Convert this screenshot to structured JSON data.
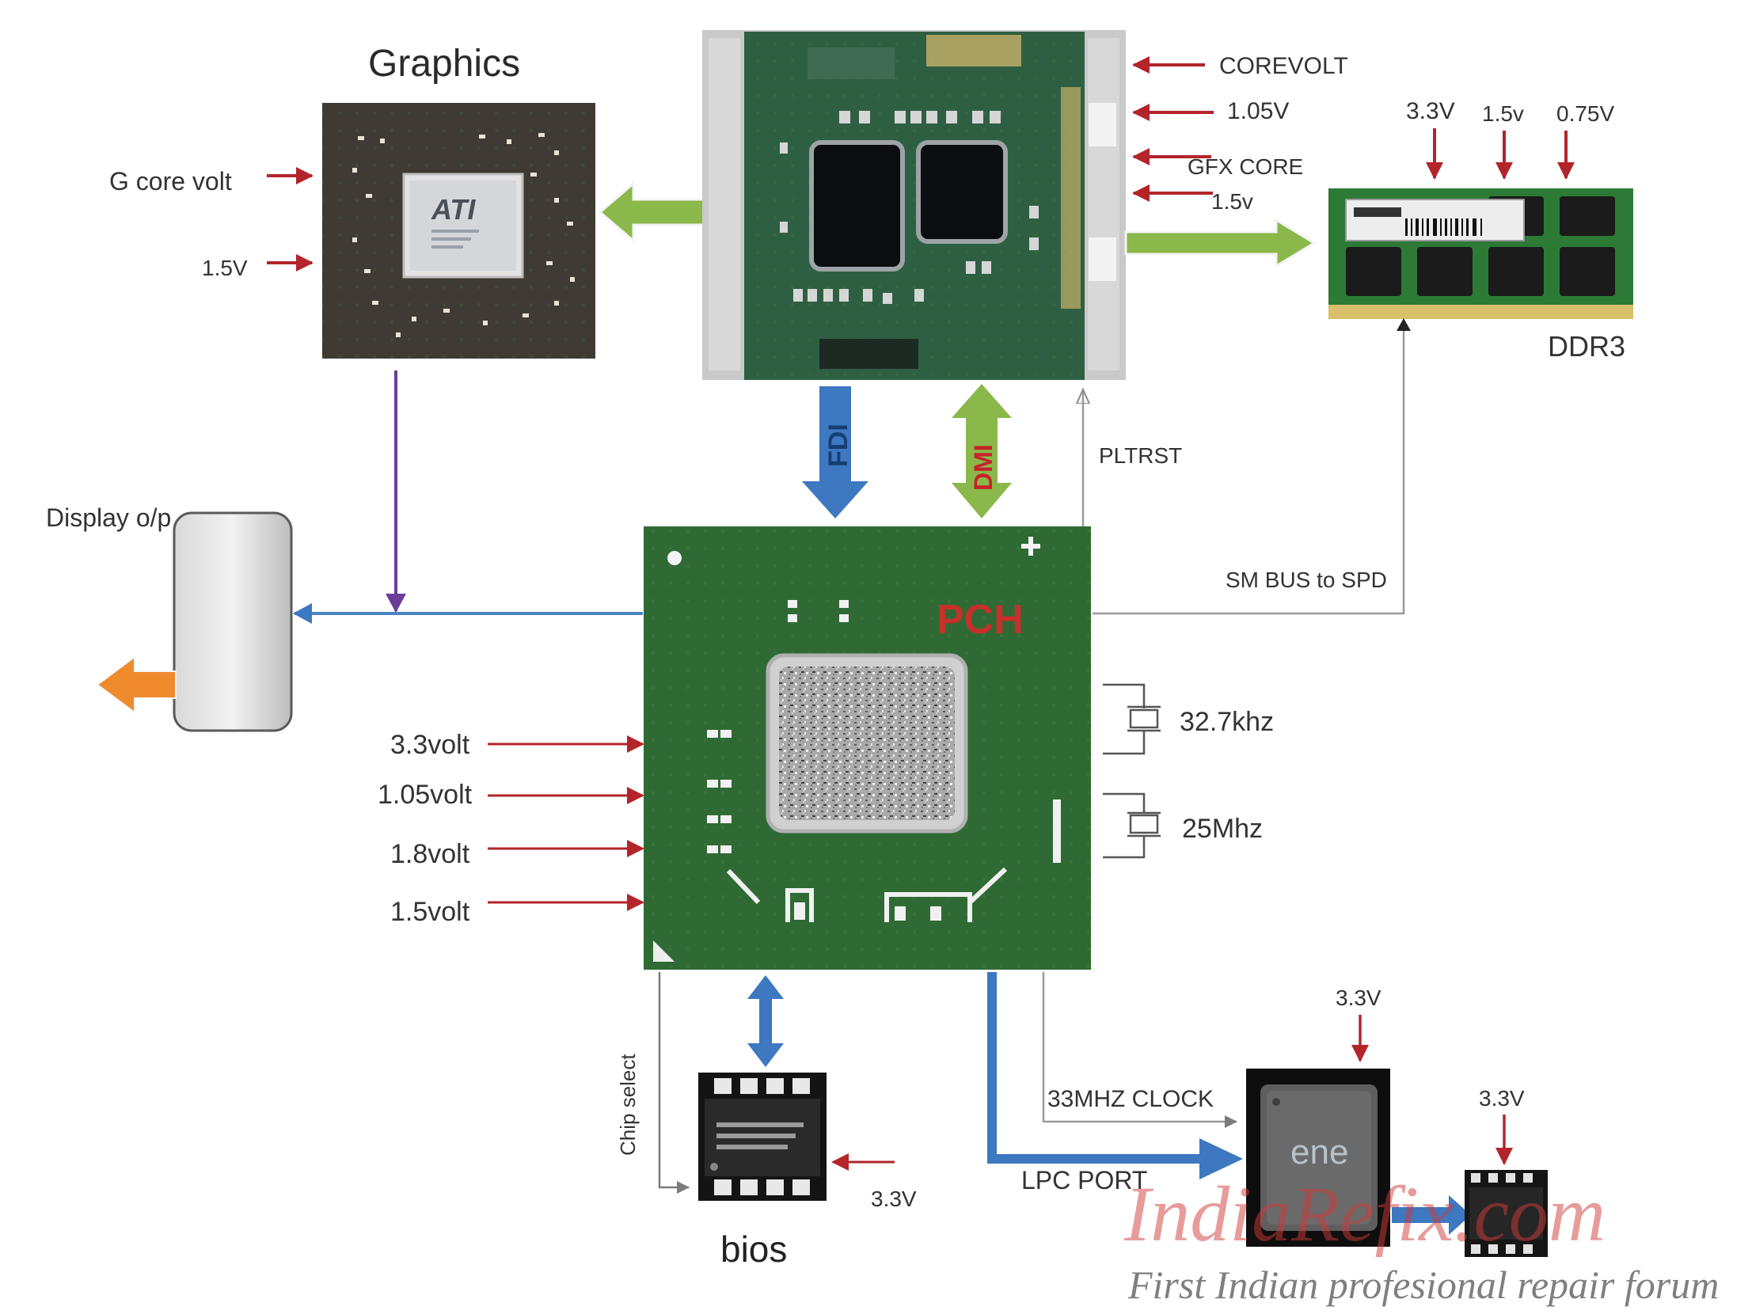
{
  "labels": {
    "graphics": "Graphics",
    "ati_logo": "ATI",
    "g_core_volt": "G core volt",
    "g_1v5": "1.5V",
    "corevolt": "COREVOLT",
    "v105": "1.05V",
    "gfx_core": "GFX CORE",
    "cpu_1v5": "1.5v",
    "ddr3_3v3": "3.3V",
    "ddr3_1v5": "1.5v",
    "ddr3_0v75": "0.75V",
    "ddr3": "DDR3",
    "fdi": "FDI",
    "dmi": "DMI",
    "pltrst": "PLTRST",
    "display_op": "Display o/p",
    "sm_bus": "SM BUS to SPD",
    "pch": "PCH",
    "crystal_1": "32.7khz",
    "crystal_2": "25Mhz",
    "pch_v1": "3.3volt",
    "pch_v2": "1.05volt",
    "pch_v3": "1.8volt",
    "pch_v4": "1.5volt",
    "chip_select": "Chip select",
    "bios_3v3": "3.3V",
    "bios": "bios",
    "clock": "33MHZ CLOCK",
    "lpc": "LPC PORT",
    "ec_3v3": "3.3V",
    "ec_logo": "ene",
    "flash_3v3": "3.3V",
    "watermark": "IndiaRefix.com",
    "watermark_sub": "First Indian profesional repair forum"
  },
  "colors": {
    "pcb_green": "#2f6a34",
    "arrow_red": "#b3252a",
    "arrow_green": "#8ab84a",
    "arrow_blue": "#3d78c0",
    "arrow_purple": "#6b3c98",
    "arrow_orange": "#ef8a2d",
    "pch_label": "#d8292b"
  }
}
